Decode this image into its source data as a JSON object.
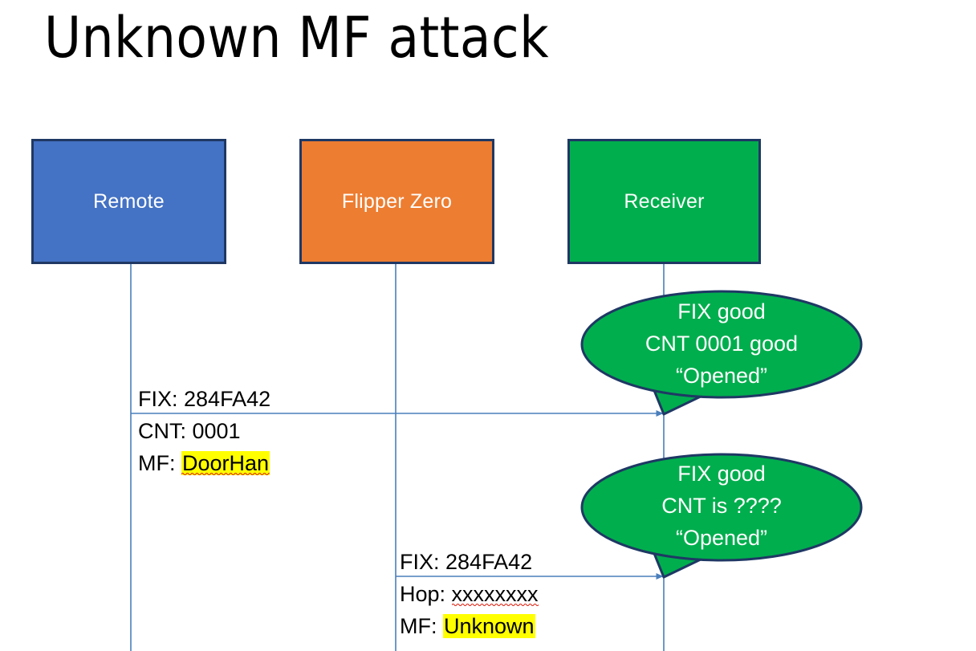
{
  "slide": {
    "title": "Unknown MF attack",
    "background_color": "#FFFFFF"
  },
  "actors": [
    {
      "id": "remote",
      "label": "Remote",
      "color": "#4472C4",
      "border_color": "#1F3864",
      "text_color": "#FFFFFF"
    },
    {
      "id": "flipper",
      "label": "Flipper Zero",
      "color": "#ED7D31",
      "border_color": "#1F3864",
      "text_color": "#FFFFFF"
    },
    {
      "id": "receiver",
      "label": "Receiver",
      "color": "#00AE4D",
      "border_color": "#1F3864",
      "text_color": "#FFFFFF"
    }
  ],
  "messages": [
    {
      "id": "msg-remote-to-receiver",
      "from": "remote",
      "to": "receiver",
      "lines": [
        {
          "prefix": "FIX: ",
          "value": "284FA42",
          "highlight": false,
          "spellcheck_error": false
        },
        {
          "prefix": "CNT: ",
          "value": "0001",
          "highlight": false,
          "spellcheck_error": false
        },
        {
          "prefix": "MF: ",
          "value": "DoorHan",
          "highlight": true,
          "spellcheck_error": true
        }
      ]
    },
    {
      "id": "msg-flipper-to-receiver",
      "from": "flipper",
      "to": "receiver",
      "lines": [
        {
          "prefix": "FIX: ",
          "value": "284FA42",
          "highlight": false,
          "spellcheck_error": false
        },
        {
          "prefix": "Hop: ",
          "value": "xxxxxxxx",
          "highlight": false,
          "spellcheck_error": true
        },
        {
          "prefix": "MF: ",
          "value": "Unknown",
          "highlight": true,
          "spellcheck_error": false
        }
      ]
    }
  ],
  "callouts": [
    {
      "id": "callout-first-reception",
      "fill": "#00AE4D",
      "border_color": "#1F3864",
      "text_color": "#FFFFFF",
      "lines": [
        "FIX good",
        "CNT 0001 good",
        "“Opened”"
      ]
    },
    {
      "id": "callout-second-reception",
      "fill": "#00AE4D",
      "border_color": "#1F3864",
      "text_color": "#FFFFFF",
      "lines": [
        "FIX good",
        "CNT is ????",
        "“Opened”"
      ]
    }
  ],
  "style": {
    "lifeline_color": "#4A7EBB",
    "arrow_color": "#4A7EBB",
    "highlight_color": "#FFFF00",
    "spellcheck_underline_color": "#E03020"
  }
}
